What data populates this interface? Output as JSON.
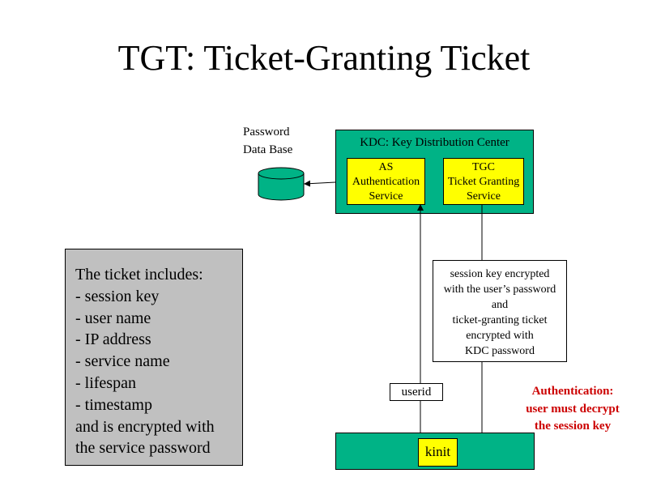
{
  "title": "TGT: Ticket-Granting Ticket",
  "database": {
    "label_lines": [
      "Password",
      "Data Base"
    ],
    "icon": "database-icon"
  },
  "kdc": {
    "label": "KDC: Key Distribution Center",
    "as_lines": [
      "AS",
      "Authentication",
      "Service"
    ],
    "tgc_lines": [
      "TGC",
      "Ticket Granting",
      "Service"
    ]
  },
  "ticket_note": {
    "lines": [
      "The ticket includes:",
      "- session key",
      "- user name",
      "- IP address",
      "- service name",
      "- lifespan",
      "- timestamp",
      "and is encrypted with",
      "the service password"
    ]
  },
  "session_box": {
    "lines": [
      "session key encrypted",
      "with the user’s password",
      "and",
      "ticket-granting ticket",
      "encrypted with",
      "KDC password"
    ]
  },
  "userid_label": "userid",
  "auth_note": {
    "lines": [
      "Authentication:",
      "user must decrypt",
      "the session key"
    ],
    "color": "#cc0000"
  },
  "client": {
    "kinit_label": "kinit"
  },
  "colors": {
    "teal": "#00b386",
    "yellow": "#ffff00",
    "gray": "#c0c0c0"
  }
}
